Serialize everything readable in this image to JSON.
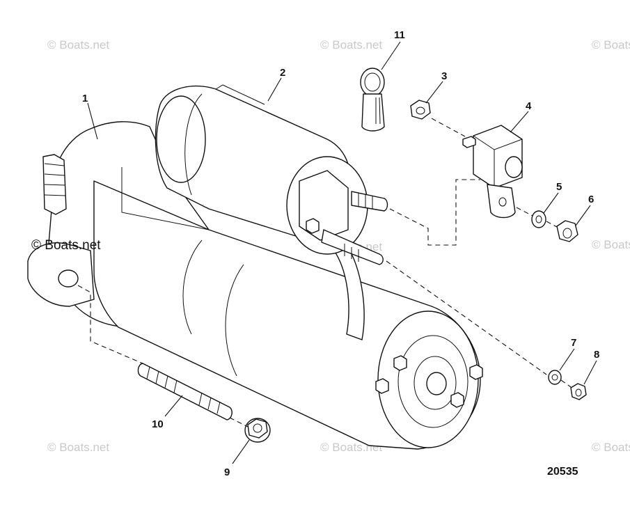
{
  "diagram": {
    "figure_number": "20535",
    "watermark_text": "© Boats.net",
    "callouts": [
      "1",
      "2",
      "3",
      "4",
      "5",
      "6",
      "7",
      "8",
      "9",
      "10",
      "11"
    ]
  }
}
